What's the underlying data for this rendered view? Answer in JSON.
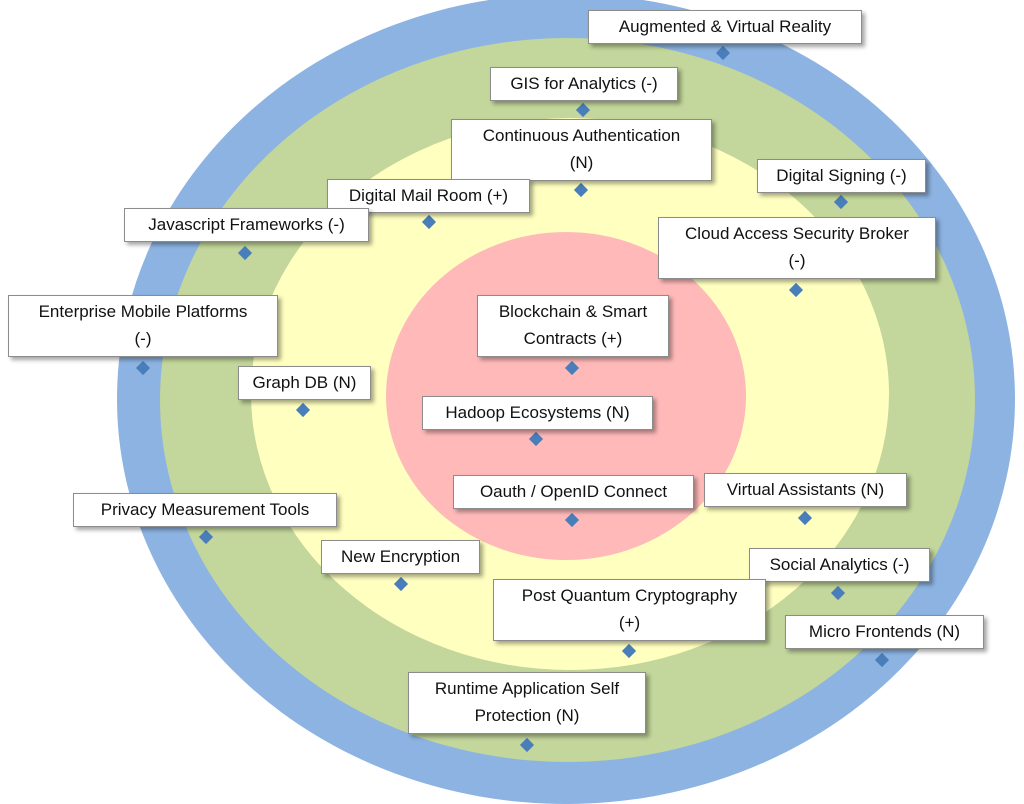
{
  "colors": {
    "outer": "#8db3e2",
    "second": "#c3d69b",
    "third": "#ffffc0",
    "core": "#ffb9b9",
    "marker": "#4a7ebb"
  },
  "items": [
    {
      "label": "Augmented & Virtual Reality"
    },
    {
      "label": "GIS for Analytics (-)"
    },
    {
      "label": "Continuous Authentication",
      "label2": "(N)"
    },
    {
      "label": "Digital Signing (-)"
    },
    {
      "label": "Digital Mail Room (+)"
    },
    {
      "label": "Javascript Frameworks (-)"
    },
    {
      "label": "Cloud Access Security Broker",
      "label2": "(-)"
    },
    {
      "label": "Enterprise Mobile Platforms",
      "label2": "(-)"
    },
    {
      "label": "Blockchain & Smart",
      "label2": "Contracts  (+)"
    },
    {
      "label": "Graph DB (N)"
    },
    {
      "label": "Hadoop Ecosystems (N)"
    },
    {
      "label": "Oauth / OpenID Connect"
    },
    {
      "label": "Virtual Assistants (N)"
    },
    {
      "label": "Privacy Measurement Tools"
    },
    {
      "label": "New Encryption"
    },
    {
      "label": "Social Analytics (-)"
    },
    {
      "label": "Post Quantum Cryptography",
      "label2": "(+)"
    },
    {
      "label": "Micro Frontends (N)"
    },
    {
      "label": "Runtime Application Self",
      "label2": "Protection (N)"
    }
  ]
}
